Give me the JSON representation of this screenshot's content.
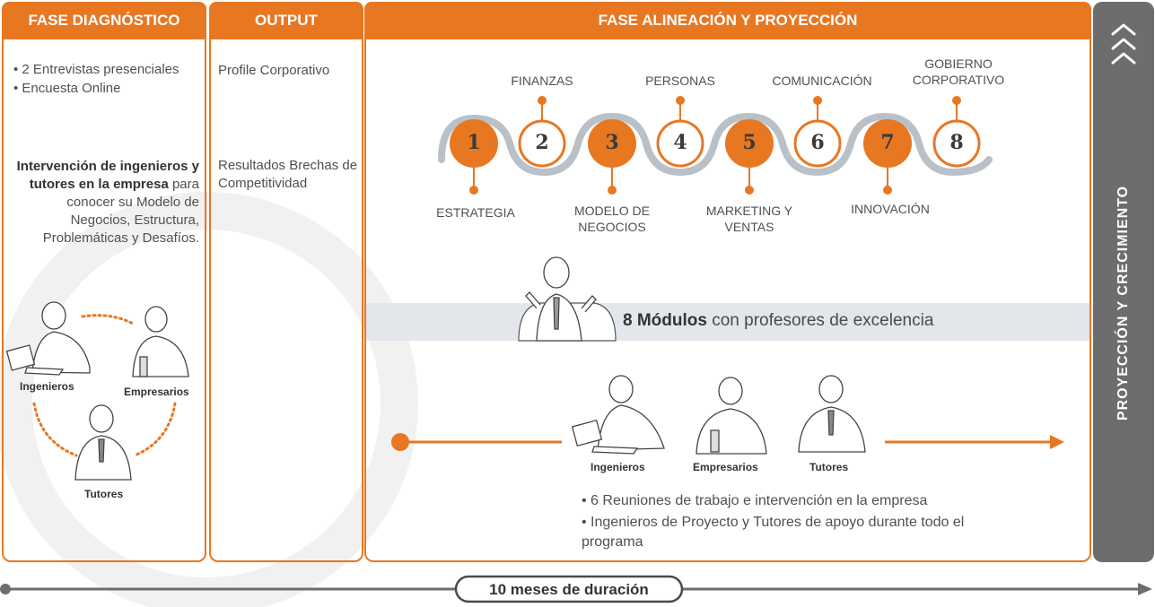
{
  "colors": {
    "accent": "#e87722",
    "gray_band": "#e3e6ea",
    "side_bar": "#6d6d6f",
    "circle_track": "#b9c0c8"
  },
  "diagnostico": {
    "header": "FASE DIAGNÓSTICO",
    "bullets": [
      "• 2 Entrevistas presenciales",
      "• Encuesta Online"
    ],
    "intervention_bold": "Intervención de ingenieros y tutores en la empresa",
    "intervention_rest": " para conocer su Modelo de Negocios, Estructura, Problemáticas y Desafíos.",
    "people": {
      "ingenieros": "Ingenieros",
      "empresarios": "Empresarios",
      "tutores": "Tutores"
    }
  },
  "output": {
    "header": "OUTPUT",
    "item1": "Profile Corporativo",
    "item2": "Resultados Brechas de Competitividad"
  },
  "alineacion": {
    "header": "FASE ALINEACIÓN Y PROYECCIÓN",
    "modules": [
      {
        "n": "1",
        "label": "ESTRATEGIA"
      },
      {
        "n": "2",
        "label": "FINANZAS"
      },
      {
        "n": "3",
        "label": "MODELO DE NEGOCIOS"
      },
      {
        "n": "4",
        "label": "PERSONAS"
      },
      {
        "n": "5",
        "label": "MARKETING Y VENTAS"
      },
      {
        "n": "6",
        "label": "COMUNICACIÓN"
      },
      {
        "n": "7",
        "label": "INNOVACIÓN"
      },
      {
        "n": "8",
        "label": "GOBIERNO CORPORATIVO"
      }
    ],
    "band_bold": "8 Módulos",
    "band_rest": " con profesores de excelencia",
    "people": {
      "ingenieros": "Ingenieros",
      "empresarios": "Empresarios",
      "tutores": "Tutores"
    },
    "bullets": [
      "• 6 Reuniones de trabajo e intervención en la empresa",
      "• Ingenieros de Proyecto y Tutores de apoyo durante todo el programa"
    ]
  },
  "side": {
    "label": "PROYECCIÓN Y CRECIMIENTO",
    "icon": "chevrons-up-icon"
  },
  "timeline": {
    "label": "10 meses de duración"
  }
}
